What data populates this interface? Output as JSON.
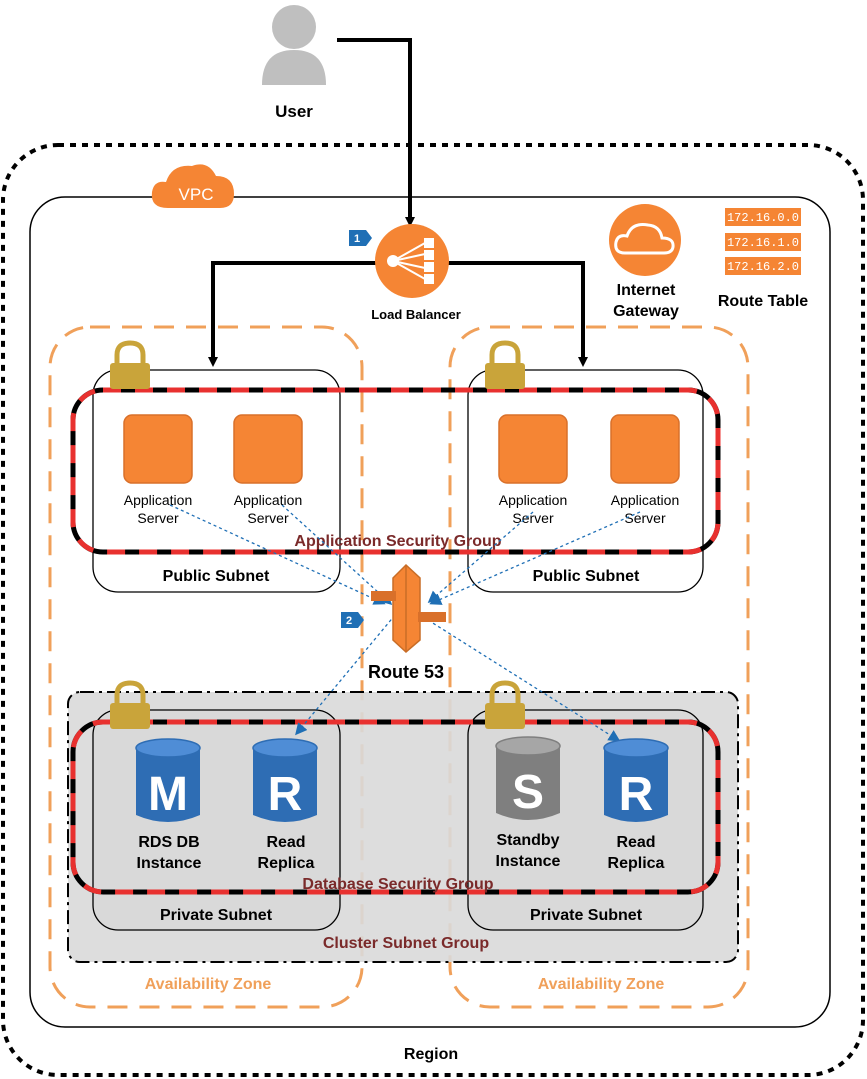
{
  "user": {
    "label": "User"
  },
  "vpc": {
    "badge": "VPC"
  },
  "region": {
    "label": "Region"
  },
  "load_balancer": {
    "label": "Load Balancer",
    "step": "1"
  },
  "internet_gateway": {
    "line1": "Internet",
    "line2": "Gateway"
  },
  "route_table": {
    "label": "Route Table",
    "entries": [
      "172.16.0.0",
      "172.16.1.0",
      "172.16.2.0"
    ]
  },
  "route53": {
    "label": "Route 53",
    "step": "2"
  },
  "app_servers": {
    "line1": "Application",
    "line2": "Server"
  },
  "public_subnet": {
    "label": "Public Subnet"
  },
  "private_subnet": {
    "label": "Private Subnet"
  },
  "app_security_group": {
    "label": "Application Security Group"
  },
  "db_security_group": {
    "label": "Database Security Group"
  },
  "cluster_subnet_group": {
    "label": "Cluster Subnet Group"
  },
  "availability_zone": {
    "label": "Availability Zone"
  },
  "databases": {
    "rds": {
      "letter": "M",
      "line1": "RDS DB",
      "line2": "Instance"
    },
    "replica_left": {
      "letter": "R",
      "line1": "Read",
      "line2": "Replica"
    },
    "standby": {
      "letter": "S",
      "line1": "Standby",
      "line2": "Instance"
    },
    "replica_right": {
      "letter": "R",
      "line1": "Read",
      "line2": "Replica"
    }
  },
  "colors": {
    "aws_orange": "#f58534",
    "db_blue": "#2e6db4",
    "standby_gray": "#7f7f7f",
    "lock_gold": "#c9a43a",
    "sg_red": "#e8312f",
    "az_orange": "#f0a05a",
    "badge_blue": "#1f6fb5"
  }
}
